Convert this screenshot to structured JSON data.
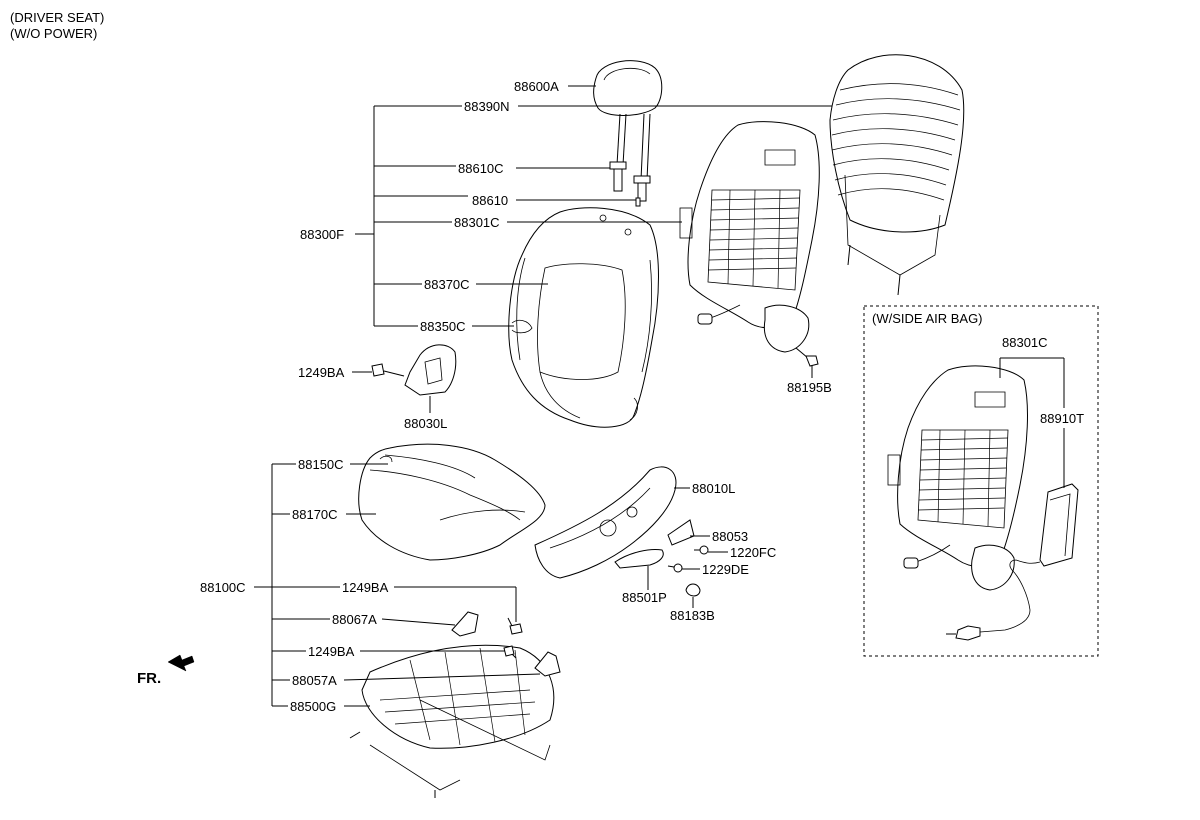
{
  "header": {
    "line1": "(DRIVER SEAT)",
    "line2": "(W/O POWER)"
  },
  "direction_label": "FR.",
  "inset_title": "(W/SIDE AIR BAG)",
  "parts": {
    "p88600A": "88600A",
    "p88390N": "88390N",
    "p88610C": "88610C",
    "p88610": "88610",
    "p88301C": "88301C",
    "p88300F": "88300F",
    "p88370C": "88370C",
    "p88350C": "88350C",
    "p1249BA_a": "1249BA",
    "p88030L": "88030L",
    "p88195B": "88195B",
    "p88150C": "88150C",
    "p88170C": "88170C",
    "p88010L": "88010L",
    "p88053": "88053",
    "p1220FC": "1220FC",
    "p1229DE": "1229DE",
    "p88501P": "88501P",
    "p88183B": "88183B",
    "p88100C": "88100C",
    "p1249BA_b": "1249BA",
    "p88067A": "88067A",
    "p1249BA_c": "1249BA",
    "p88057A": "88057A",
    "p88500G": "88500G",
    "inset_88301C": "88301C",
    "inset_88910T": "88910T"
  }
}
